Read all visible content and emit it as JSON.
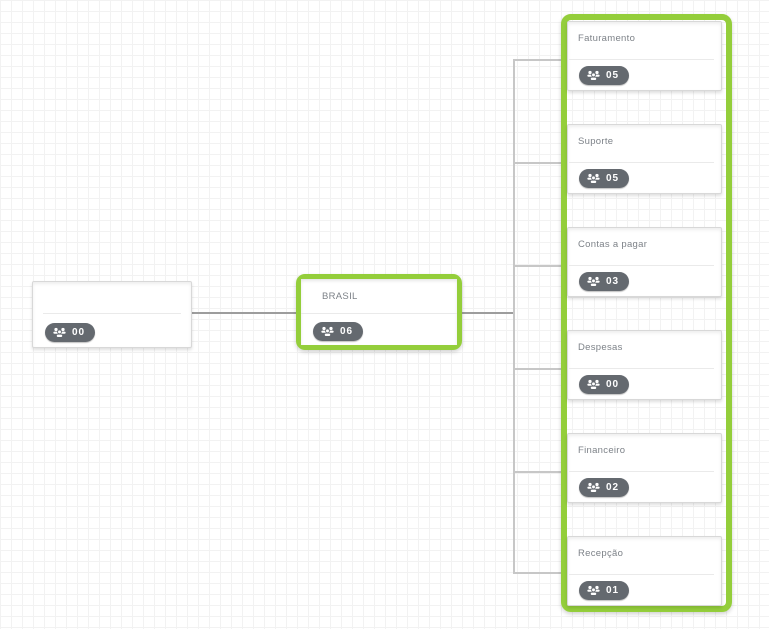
{
  "palette": {
    "accent_green": "#94ce3b",
    "pill_background": "#64696f",
    "connector_dark": "#9d9d9d",
    "connector_light": "#c7c7c7",
    "grid_line": "#f2f2f2",
    "title_text": "#7d8288"
  },
  "chart": {
    "type": "org-chart",
    "root": {
      "label": "",
      "count": "00"
    },
    "parent": {
      "label": "BRASIL",
      "count": "06"
    },
    "children": [
      {
        "label": "Faturamento",
        "count": "05"
      },
      {
        "label": "Suporte",
        "count": "05"
      },
      {
        "label": "Contas a pagar",
        "count": "03"
      },
      {
        "label": "Despesas",
        "count": "00"
      },
      {
        "label": "Financeiro",
        "count": "02"
      },
      {
        "label": "Recepção",
        "count": "01"
      }
    ]
  },
  "icons": {
    "members": "users-icon"
  }
}
